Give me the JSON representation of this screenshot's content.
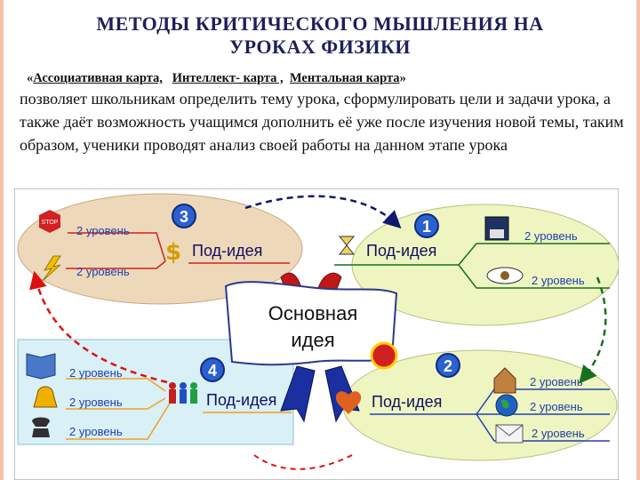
{
  "title": {
    "line1": "МЕТОДЫ КРИТИЧЕСКОГО МЫШЛЕНИЯ НА",
    "line2": "УРОКАХ ФИЗИКИ"
  },
  "methods": {
    "open_quote": "«",
    "m1": "Ассоциативная карта,",
    "m2": "Интеллект- карта ,",
    "m3": "Ментальная карта",
    "close_quote": "»"
  },
  "description": "позволяет  школьникам определить тему урока, сформулировать цели и задачи  урока, а также  даёт возможность учащимся  дополнить её уже  после изучения новой темы, таким образом, ученики проводят анализ своей работы на данном этапе урока",
  "diagram": {
    "center": {
      "line1": "Основная",
      "line2": "идея"
    },
    "colors": {
      "cloud_left": "#eed8ba",
      "cloud_right": "#eef5c0",
      "box_bottom_left": "#d9f0f7",
      "arrow_red": "#e01010",
      "arrow_navy": "#101870",
      "arrow_green": "#16701e",
      "label_blue": "#2040b0",
      "subidea_text": "#101060"
    },
    "groups": [
      {
        "number": "3",
        "sub_idea": "Под-идея",
        "levels": [
          "2 уровень",
          "2 уровень"
        ],
        "icons": [
          "stop-sign-icon",
          "lightning-icon",
          "dollar-icon"
        ]
      },
      {
        "number": "1",
        "sub_idea": "Под-идея",
        "levels": [
          "2 уровень",
          "2 уровень"
        ],
        "icons": [
          "hourglass-icon",
          "floppy-disk-icon",
          "eye-icon"
        ]
      },
      {
        "number": "4",
        "sub_idea": "Под-идея",
        "levels": [
          "2 уровень",
          "2 уровень",
          "2 уровень"
        ],
        "icons": [
          "book-icon",
          "bell-icon",
          "telephone-icon",
          "people-icon"
        ]
      },
      {
        "number": "2",
        "sub_idea": "Под-идея",
        "levels": [
          "2 уровень",
          "2 уровень",
          "2 уровень"
        ],
        "icons": [
          "heart-icon",
          "house-icon",
          "globe-icon",
          "envelope-icon"
        ]
      }
    ]
  }
}
